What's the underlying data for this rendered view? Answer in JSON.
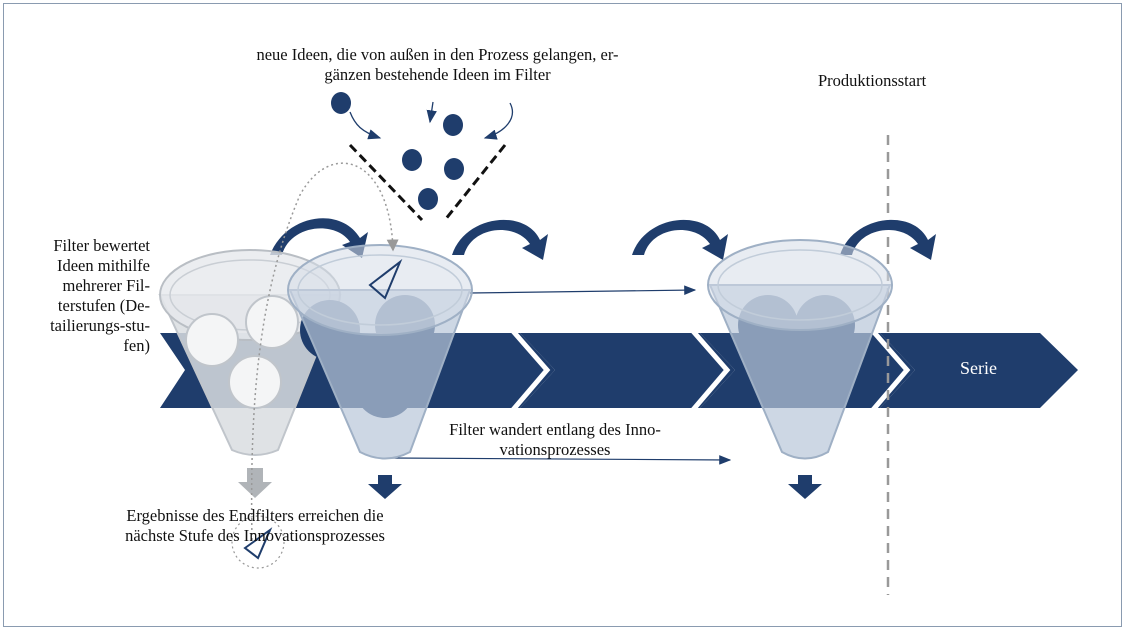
{
  "annotations": {
    "new_ideas_line1": "neue Ideen, die von außen in den Prozess gelangen, er-",
    "new_ideas_line2": "gänzen bestehende Ideen im Filter",
    "production_start": "Produktionsstart",
    "filter_rates_lines": [
      "Filter bewertet",
      "Ideen mithilfe",
      "mehrerer Fil-",
      "terstufen (De-",
      "tailierungs-stu-",
      "fen)"
    ],
    "filter_moves_line1": "Filter wandert entlang des Inno-",
    "filter_moves_line2": "vationsprozesses",
    "results_line1": "Ergebnisse des Endfilters erreichen die",
    "results_line2": "nächste Stufe des Innovationsprozesses"
  },
  "process": {
    "final_stage_label": "Serie"
  },
  "colors": {
    "navy": "#1f3d6c",
    "funnel_light": "#c8cdd3",
    "funnel_active": "#b8c6d8",
    "dashed_line": "#999999",
    "frame": "#8a9bb0"
  }
}
